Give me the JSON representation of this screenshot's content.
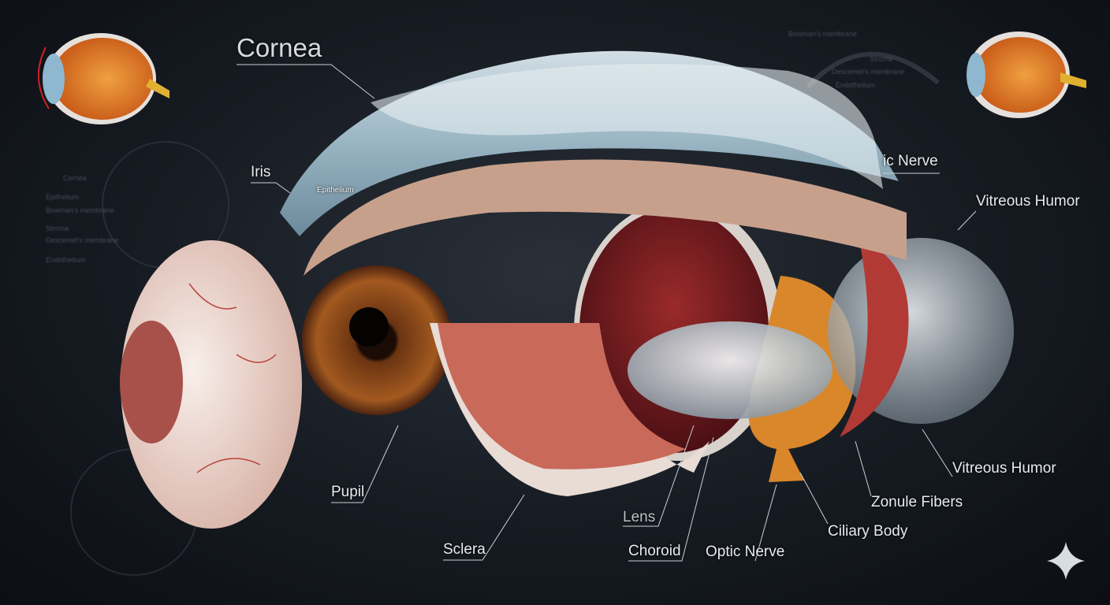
{
  "labels": {
    "cornea": "Cornea",
    "iris": "Iris",
    "epithelium": "Epithelium",
    "optic_nerve_partial": "ic Nerve",
    "vitreous_humor_top": "Vitreous Humor",
    "pupil": "Pupil",
    "sclera": "Sclera",
    "lens": "Lens",
    "choroid": "Choroid",
    "optic_nerve": "Optic Nerve",
    "ciliary_body": "Ciliary Body",
    "zonule_fibers": "Zonule Fibers",
    "vitreous_humor_bottom": "Vitreous Humor"
  },
  "background_labels": {
    "right": [
      "Bowman's membrane",
      "Stroma",
      "Descemet's membrane",
      "Endothelium"
    ],
    "left": [
      "Cornea",
      "Epithelium",
      "Bowman's membrane",
      "Stroma",
      "Descemet's membrane",
      "Endothelium"
    ]
  },
  "icons": [
    "eye-cross-section-icon",
    "eye-cross-section-icon",
    "sparkle-icon"
  ],
  "colors": {
    "background": "#161b22",
    "label": "#e8ecef",
    "sclera": "#efe2dc",
    "iris": "#8a4a1c",
    "retina": "#7a1e24",
    "cornea": "#a9c6d4"
  }
}
